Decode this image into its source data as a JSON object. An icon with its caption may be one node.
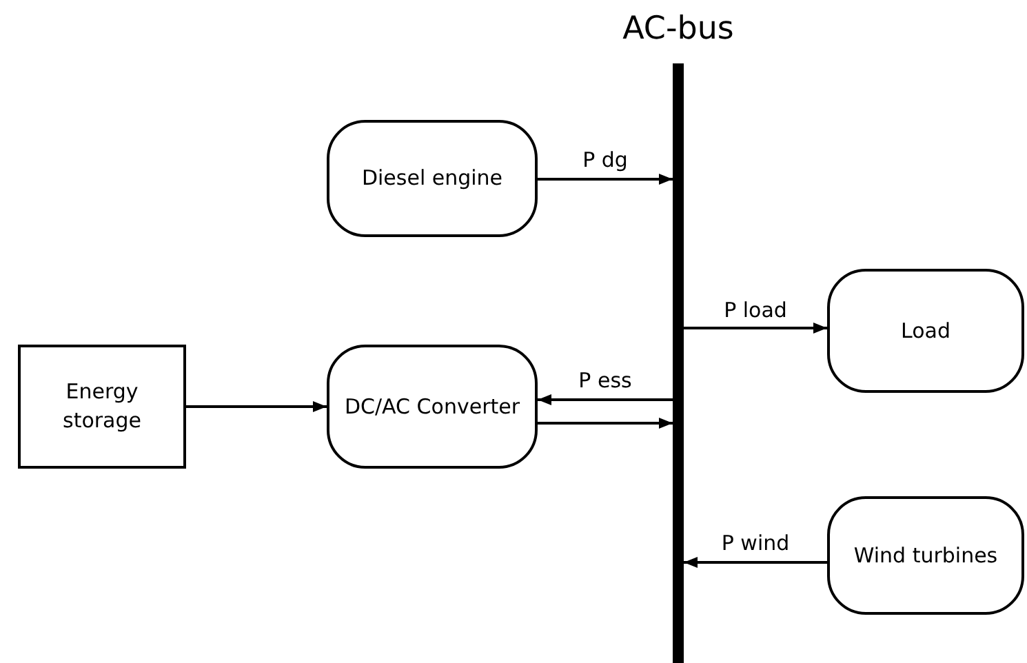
{
  "diagram": {
    "nodes": [
      {
        "text": [
          "AC-bus"
        ]
      },
      {
        "text": [
          "Diesel engine"
        ]
      },
      {
        "text": [
          "Load"
        ]
      },
      {
        "text": [
          "Energy storage"
        ]
      },
      {
        "text": [
          "DC/AC Converter"
        ]
      },
      {
        "text": [
          "Wind turbines"
        ]
      }
    ],
    "edges": [
      {
        "from": 1,
        "to": 0,
        "arrow": "to",
        "label": "P dg"
      },
      {
        "from": 0,
        "to": 2,
        "arrow": "to",
        "label": "P load"
      },
      {
        "from": 3,
        "to": 4,
        "arrow": "to"
      },
      {
        "from": 0,
        "to": 4,
        "arrow": "to",
        "label": "P ess"
      },
      {
        "from": 4,
        "to": 0,
        "arrow": "to"
      },
      {
        "from": 5,
        "to": 0,
        "arrow": "to",
        "label": "P wind"
      }
    ]
  }
}
